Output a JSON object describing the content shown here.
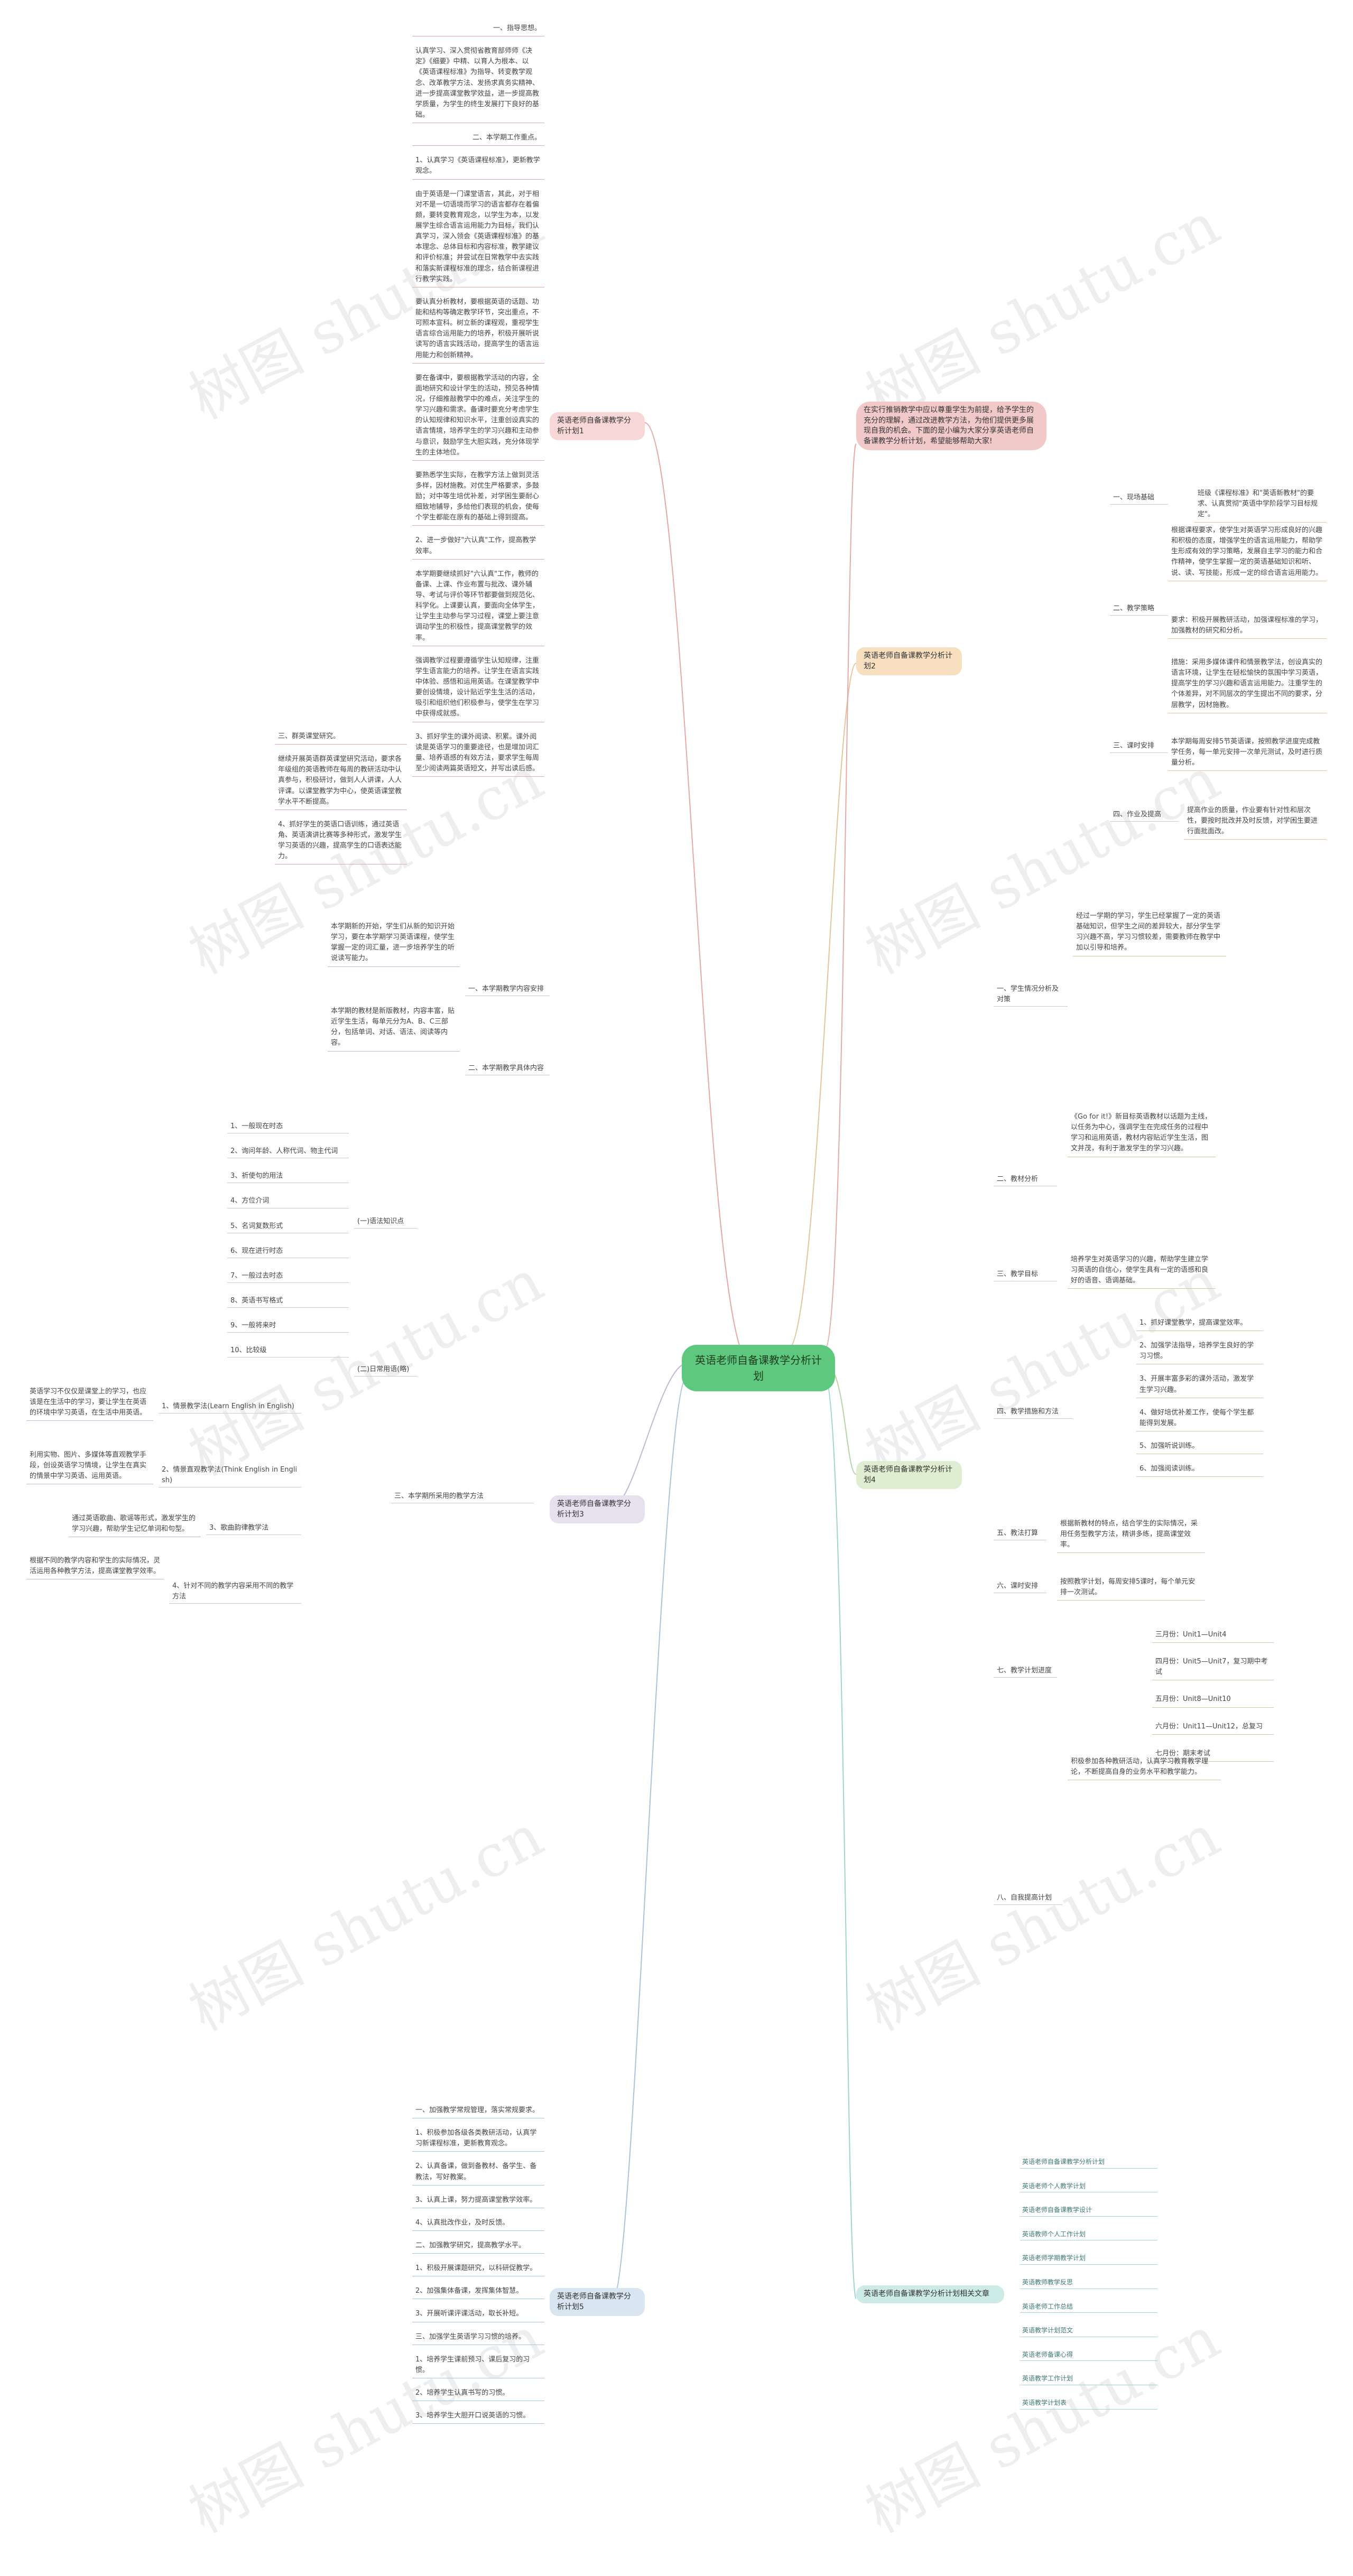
{
  "center": "英语老师自备课教学分析计划",
  "intro": "在实行推销教学中应以尊重学生为前提，给予学生的充分的理解，通过改进教学方法，为他们提供更多展现自我的机会。下面的是小编为大家分享英语老师自备课教学分析计划，希望能够帮助大家!",
  "watermark": "树图 shutu.cn",
  "branches": {
    "b1": {
      "title": "英语老师自备课教学分析计划1",
      "texts": [
        "一、指导思想。",
        "认真学习、深入贯彻省教育部师师《决定》《细要》中精、以育人为根本、以《英语课程标准》为指导、转变教学观念、改革教学方法、发扬求真务实精神、进一步提高课堂教学效益，进一步提高教学质量，为学生的终生发展打下良好的基础。",
        "二、本学期工作重点。",
        "1、认真学习《英语课程标准》，更新教学观念。",
        "由于英语是一门课堂语言，其此，对于相对不是一切语境而学习的语言都存在着偏颇，要转变教育观念，以学生为本，以发展学生综合语言运用能力为目标，我们认真学习，深入领会《英语课程标准》的基本理念、总体目标和内容标准，教学建议和评价标准；并尝试在日常教学中去实践和落实新课程标准的理念，结合新课程进行教学实践。",
        "要认真分析教材，要根据英语的话题、功能和结构等确定教学环节，突出重点，不可照本宣科。树立新的课程观，重视学生语言综合运用能力的培养，积极开展听说读写的语言实践活动，提高学生的语言运用能力和创新精神。",
        "要在备课中，要根据教学活动的内容，全面地研究和设计学生的活动，预见各种情况，仔细推敲教学中的难点，关注学生的学习兴趣和需求。备课时要充分考虑学生的认知规律和知识水平，注重创设真实的语言情境，培养学生的学习兴趣和主动参与意识，鼓励学生大胆实践，充分体现学生的主体地位。",
        "要熟悉学生实际，在教学方法上做到灵活多样，因材施教。对优生严格要求，多鼓励；对中等生培优补差，对学困生要耐心细致地辅导，多给他们表现的机会，使每个学生都能在原有的基础上得到提高。",
        "2、进一步做好\"六认真\"工作，提高教学效率。",
        "本学期要继续抓好\"六认真\"工作，教师的备课、上课、作业布置与批改、课外辅导、考试与评价等环节都要做到规范化、科学化。上课要认真，要面向全体学生，让学生主动参与学习过程，课堂上要注意调动学生的积极性，提高课堂教学的效率。",
        "强调教学过程要遵循学生认知规律，注重学生语言能力的培养。让学生在语言实践中体验、感悟和运用英语。在课堂教学中要创设情境，设计贴近学生生活的活动，吸引和组织他们积极参与，使学生在学习中获得成就感。",
        "3、抓好学生的课外阅读、积累。课外阅读是英语学习的重要途径，也是增加词汇量、培养语感的有效方法，要求学生每周至少阅读两篇英语短文，并写出读后感。",
        "三、群英课堂研究。",
        "继续开展英语群英课堂研究活动，要求各年级组的英语教师在每周的教研活动中认真参与，积极研讨，做到人人讲课，人人评课。以课堂教学为中心，使英语课堂教学水平不断提高。",
        "4、抓好学生的英语口语训练，通过英语角、英语演讲比赛等多种形式，激发学生学习英语的兴趣，提高学生的口语表达能力。"
      ]
    },
    "b2": {
      "title": "英语老师自备课教学分析计划2",
      "sub": [
        {
          "label": "一、现场基础",
          "texts": [
            "班级《课程标准》和\"英语新教材\"的要求、认真贯彻\"英语中学阶段学习目标规定\"。"
          ]
        },
        {
          "label": "二、教学策略",
          "texts": [
            "根据课程要求，使学生对英语学习形成良好的兴趣和积极的态度，增强学生的语言运用能力，帮助学生形成有效的学习策略，发展自主学习的能力和合作精神，使学生掌握一定的英语基础知识和听、说、读、写技能，形成一定的综合语言运用能力。",
            "要求：积极开展教研活动，加强课程标准的学习，加强教材的研究和分析。",
            "措施：采用多媒体课件和情景教学法，创设真实的语言环境，让学生在轻松愉快的氛围中学习英语，提高学生的学习兴趣和语言运用能力。注重学生的个体差异，对不同层次的学生提出不同的要求，分层教学，因材施教。"
          ]
        },
        {
          "label": "三、课时安排",
          "texts": [
            "本学期每周安排5节英语课，按照教学进度完成教学任务，每一单元安排一次单元测试，及时进行质量分析。"
          ]
        },
        {
          "label": "四、作业及提高",
          "texts": [
            "提高作业的质量，作业要有针对性和层次性，要按时批改并及时反馈，对学困生要进行面批面改。"
          ]
        }
      ]
    },
    "b3": {
      "title": "英语老师自备课教学分析计划3",
      "texts": [
        "本学期新的开始，学生们从新的知识开始学习，要在本学期学习英语课程，使学生掌握一定的词汇量，进一步培养学生的听说读写能力。",
        "一、本学期教学内容安排",
        "本学期的教材是新版教材，内容丰富，贴近学生生活，每单元分为A、B、C三部分，包括单词、对话、语法、阅读等内容。",
        "二、本学期教学具体内容"
      ],
      "list": [
        "1、一般现在时态",
        "2、询问年龄、人称代词、物主代词",
        "3、祈使句的用法",
        "4、方位介词",
        "5、名词复数形式",
        "6、现在进行时态",
        "7、一般过去时态",
        "8、英语书写格式",
        "9、一般将来时",
        "10、比较级"
      ],
      "groups": [
        "(一)语法知识点",
        "(二)日常用语(略)"
      ],
      "methods": [
        {
          "label": "1、情景教学法(Learn English in English)",
          "text": "英语学习不仅仅是课堂上的学习，也应该是在生活中的学习，要让学生在英语的环境中学习英语，在生活中用英语。"
        },
        {
          "label": "2、情景直观教学法(Think English in English)",
          "text": "利用实物、图片、多媒体等直观教学手段，创设英语学习情境，让学生在真实的情景中学习英语、运用英语。"
        },
        {
          "label": "3、歌曲韵律教学法",
          "text": "通过英语歌曲、歌谣等形式，激发学生的学习兴趣，帮助学生记忆单词和句型。"
        },
        {
          "label": "4、针对不同的教学内容采用不同的教学方法",
          "text": "根据不同的教学内容和学生的实际情况，灵活运用各种教学方法，提高课堂教学效率。"
        }
      ],
      "method_title": "三、本学期所采用的教学方法"
    },
    "b4": {
      "title": "英语老师自备课教学分析计划4",
      "sub": [
        {
          "label": "一、学生情况分析及对策",
          "text": "经过一学期的学习，学生已经掌握了一定的英语基础知识，但学生之间的差异较大，部分学生学习兴趣不高，学习习惯较差，需要教师在教学中加以引导和培养。"
        },
        {
          "label": "二、教材分析",
          "text": "《Go for it!》新目标英语教材以话题为主线，以任务为中心，强调学生在完成任务的过程中学习和运用英语，教材内容贴近学生生活，图文并茂，有利于激发学生的学习兴趣。"
        },
        {
          "label": "三、教学目标",
          "text": "培养学生对英语学习的兴趣，帮助学生建立学习英语的自信心，使学生具有一定的语感和良好的语音、语调基础。"
        },
        {
          "label": "四、教学措施和方法",
          "list": [
            "1、抓好课堂教学，提高课堂效率。",
            "2、加强学法指导，培养学生良好的学习习惯。",
            "3、开展丰富多彩的课外活动，激发学生学习兴趣。",
            "4、做好培优补差工作，使每个学生都能得到发展。",
            "5、加强听说训练。",
            "6、加强阅读训练。"
          ]
        },
        {
          "label": "五、教法打算",
          "text": "根据新教材的特点，结合学生的实际情况，采用任务型教学方法，精讲多练，提高课堂效率。"
        },
        {
          "label": "六、课时安排",
          "text": "按照教学计划，每周安排5课时，每个单元安排一次测试。"
        },
        {
          "label": "七、教学计划进度",
          "list": [
            "三月份：Unit1—Unit4",
            "四月份：Unit5—Unit7，复习期中考试",
            "五月份：Unit8—Unit10",
            "六月份：Unit11—Unit12，总复习",
            "七月份：期末考试"
          ]
        },
        {
          "label": "八、自我提高计划",
          "text": "积极参加各种教研活动，认真学习教育教学理论，不断提高自身的业务水平和教学能力。"
        }
      ]
    },
    "b5": {
      "title": "英语老师自备课教学分析计划5",
      "texts": [
        "一、加强教学常规管理，落实常规要求。",
        "1、积极参加各级各类教研活动，认真学习新课程标准，更新教育观念。",
        "2、认真备课，做到备教材、备学生、备教法，写好教案。",
        "3、认真上课，努力提高课堂教学效率。",
        "4、认真批改作业，及时反馈。",
        "二、加强教学研究，提高教学水平。",
        "1、积极开展课题研究，以科研促教学。",
        "2、加强集体备课，发挥集体智慧。",
        "3、开展听课评课活动，取长补短。",
        "三、加强学生英语学习习惯的培养。",
        "1、培养学生课前预习、课后复习的习惯。",
        "2、培养学生认真书写的习惯。",
        "3、培养学生大胆开口说英语的习惯。"
      ]
    },
    "b6": {
      "title": "英语老师自备课教学分析计划相关文章",
      "links": [
        "英语老师自备课教学分析计划",
        "英语老师个人教学计划",
        "英语老师自备课教学设计",
        "英语教师个人工作计划",
        "英语老师学期教学计划",
        "英语教师教学反思",
        "英语老师工作总结",
        "英语教学计划范文",
        "英语老师备课心得",
        "英语教学工作计划",
        "英语教学计划表"
      ]
    }
  }
}
